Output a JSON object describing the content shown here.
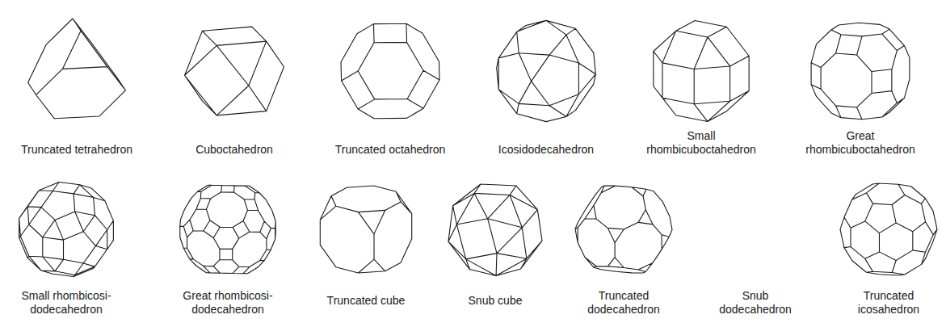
{
  "diagram": {
    "labels": [
      "Truncated tetrahedron",
      "Cuboctahedron",
      "Truncated octahedron",
      "Icosidodecahedron",
      "Small rhombicuboctahedron",
      "Great rhombicuboctahedron",
      "Small rhombicosi- dodecahedron",
      "Great rhombicosi- dodecahedron",
      "Truncated cube",
      "Snub cube",
      "Truncated dodecahedron",
      "Snub dodecahedron",
      "Truncated icosahedron"
    ]
  }
}
